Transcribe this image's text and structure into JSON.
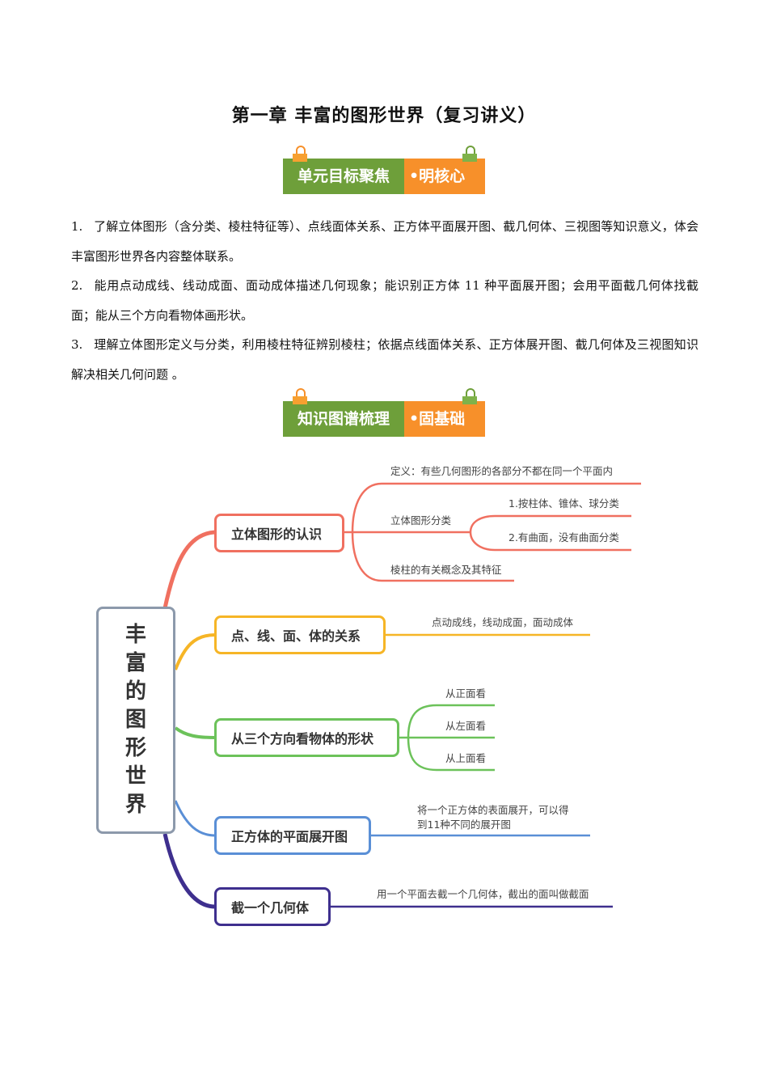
{
  "title": "第一章 丰富的图形世界（复习讲义）",
  "banners": [
    {
      "left": "单元目标聚焦",
      "right": "•明核心"
    },
    {
      "left": "知识图谱梳理",
      "right": "•固基础"
    }
  ],
  "colors": {
    "banner_green": "#6e9f3a",
    "banner_orange": "#f7902a",
    "branch_red": "#f07060",
    "branch_yellow": "#f6b526",
    "branch_green": "#6cc25a",
    "branch_blue": "#5a8fd6",
    "branch_purple": "#3e2f8e",
    "root_border": "#8c99ab"
  },
  "objectives": [
    {
      "num": "1.",
      "text": "了解立体图形（含分类、棱柱特征等）、点线面体关系、正方体平面展开图、截几何体、三视图等知识意义，体会丰富图形世界各内容整体联系。"
    },
    {
      "num": "2.",
      "text": "能用点动成线、线动成面、面动成体描述几何现象；能识别正方体 11 种平面展开图；会用平面截几何体找截面；能从三个方向看物体画形状。"
    },
    {
      "num": "3.",
      "text": "理解立体图形定义与分类，利用棱柱特征辨别棱柱；依据点线面体关系、正方体展开图、截几何体及三视图知识解决相关几何问题 。"
    }
  ],
  "mindmap": {
    "root": [
      "丰",
      "富",
      "的",
      "图",
      "形",
      "世",
      "界"
    ],
    "branches": [
      {
        "label": "立体图形的认识",
        "children": [
          {
            "label": "定义：有些几何图形的各部分不都在同一个平面内"
          },
          {
            "label": "立体图形分类",
            "children": [
              "1.按柱体、锥体、球分类",
              "2.有曲面，没有曲面分类"
            ]
          },
          {
            "label": "棱柱的有关概念及其特征"
          }
        ]
      },
      {
        "label": "点、线、面、体的关系",
        "children": [
          {
            "label": "点动成线，线动成面，面动成体"
          }
        ]
      },
      {
        "label": "从三个方向看物体的形状",
        "children": [
          {
            "label": "从正面看"
          },
          {
            "label": "从左面看"
          },
          {
            "label": "从上面看"
          }
        ]
      },
      {
        "label": "正方体的平面展开图",
        "children": [
          {
            "label_line1": "将一个正方体的表面展开，可以得",
            "label_line2": "到11种不同的展开图"
          }
        ]
      },
      {
        "label": "截一个几何体",
        "children": [
          {
            "label": "用一个平面去截一个几何体，截出的面叫做截面"
          }
        ]
      }
    ]
  }
}
